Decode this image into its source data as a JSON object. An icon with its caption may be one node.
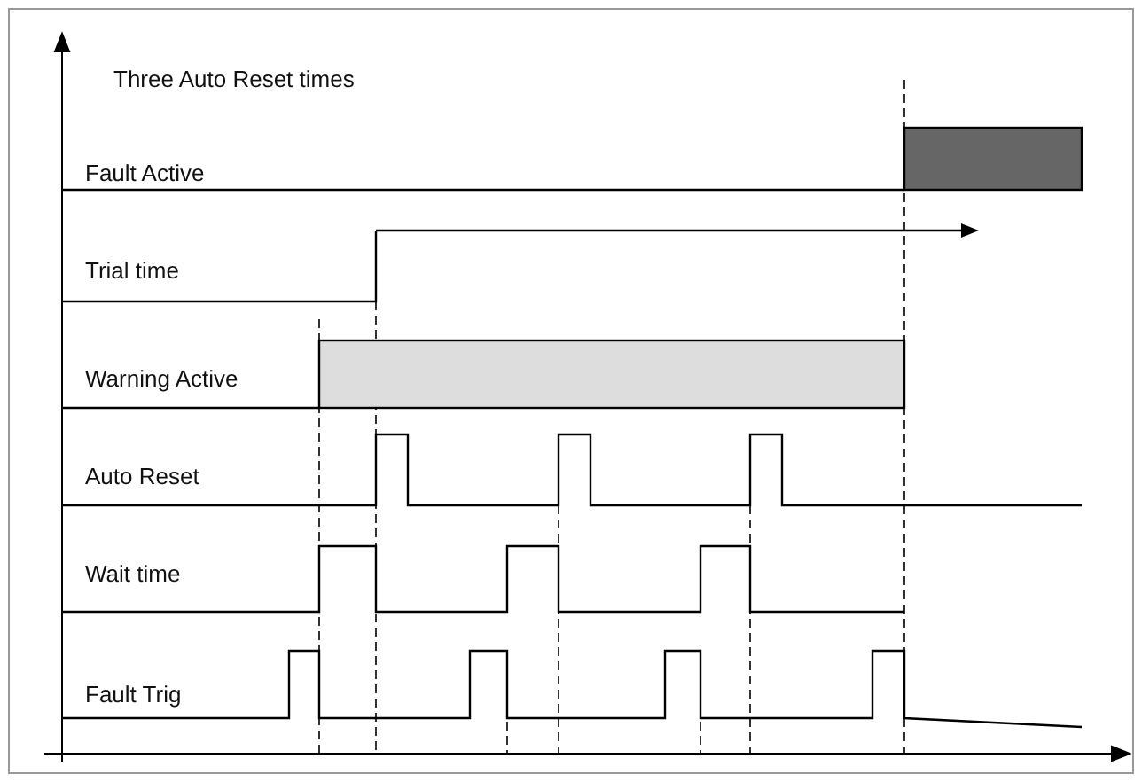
{
  "diagram": {
    "title": "Three Auto Reset times",
    "labels": [
      "Fault Active",
      "Trial time",
      "Warning Active",
      "Auto Reset",
      "Wait time",
      "Fault Trig"
    ]
  }
}
